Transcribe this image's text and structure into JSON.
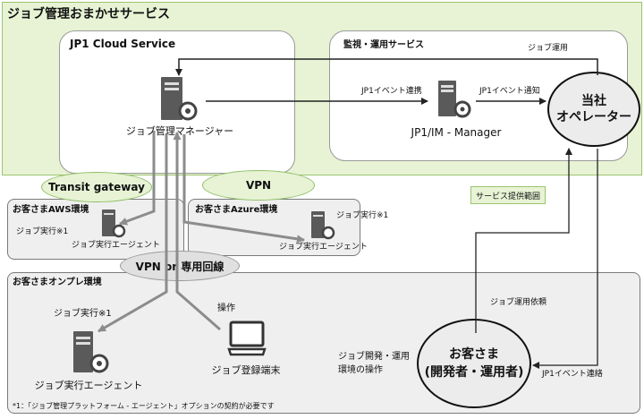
{
  "title": "ジョブ管理おまかせサービス",
  "panels": {
    "cloud": "JP1 Cloud Service",
    "monitoring": "監視・運用サービス",
    "aws": "お客さまAWS環境",
    "azure": "お客さまAzure環境",
    "onprem": "お客さまオンプレ環境"
  },
  "nodes": {
    "job_manager": "ジョブ管理マネージャー",
    "jp1_im": "JP1/IM - Manager",
    "operator_line1": "当社",
    "operator_line2": "オペレーター",
    "aws_agent": "ジョブ実行エージェント",
    "azure_agent": "ジョブ実行エージェント",
    "onprem_agent": "ジョブ実行エージェント",
    "job_terminal": "ジョブ登録端末",
    "customer_line1": "お客さま",
    "customer_line2": "(開発者・運用者)"
  },
  "connectors": {
    "transit": "Transit gateway",
    "vpn": "VPN",
    "vpn_dedicated": "VPN or 専用回線"
  },
  "labels": {
    "job_operation": "ジョブ運用",
    "jp1_event_link": "JP1イベント連携",
    "jp1_event_notify": "JP1イベント通知",
    "service_scope": "サービス提供範囲",
    "aws_job_exec": "ジョブ実行※1",
    "azure_job_exec": "ジョブ実行※1",
    "onprem_job_exec": "ジョブ実行※1",
    "operation": "操作",
    "job_operation_request": "ジョブ運用依頼",
    "dev_ops_line1": "ジョブ開発・運用",
    "dev_ops_line2": "環境の操作",
    "jp1_event_contact": "JP1イベント連絡",
    "footnote": "*1：「ジョブ管理プラットフォーム - エージェント」オプションの契約が必要です"
  },
  "colors": {
    "green_region": "#e7f3d4",
    "green_border": "#9cc46e",
    "gray_region": "#efefef",
    "arrow_dark": "#222222",
    "arrow_gray": "#8c8c8c"
  }
}
